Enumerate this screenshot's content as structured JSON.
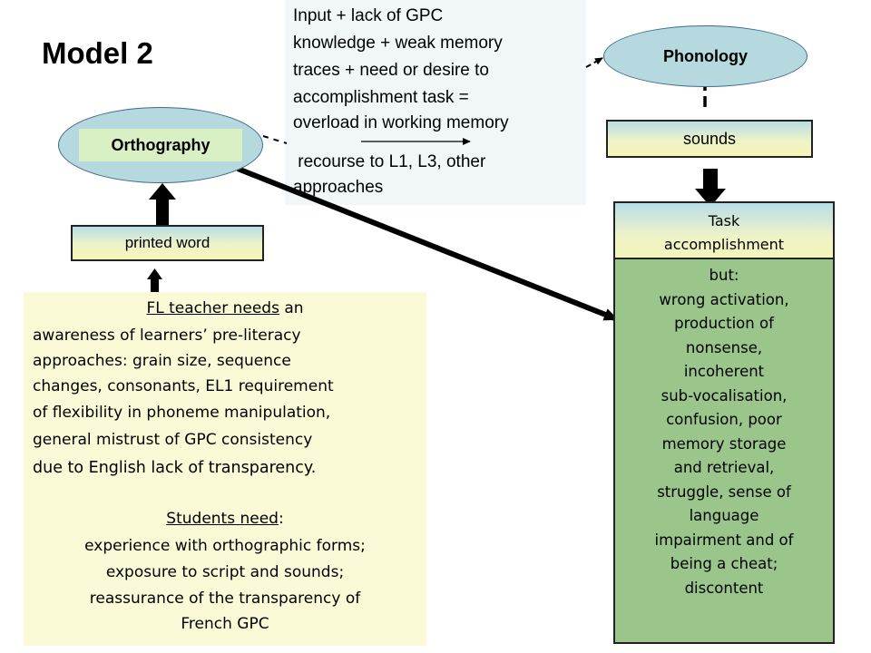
{
  "title": "Model 2",
  "overload": {
    "lines": [
      "Input + lack of GPC",
      "knowledge + weak memory",
      "traces + need or desire to",
      "accomplishment task =",
      "overload in working memory"
    ],
    "recourse_lines": [
      " recourse to L1, L3, other",
      "approaches"
    ]
  },
  "orthography": {
    "label": "Orthography"
  },
  "phonology": {
    "label": "Phonology"
  },
  "printed_word": {
    "label": "printed word"
  },
  "sounds": {
    "label": "sounds"
  },
  "task": {
    "lines": [
      "Task",
      "accomplishment"
    ]
  },
  "outcome": {
    "lines": [
      "but:",
      "wrong activation,",
      "production of",
      "nonsense,",
      "incoherent",
      "sub-vocalisation,",
      "confusion, poor",
      "memory storage",
      "and retrieval,",
      "struggle, sense of",
      "language",
      "impairment and of",
      "being a cheat;",
      "discontent"
    ]
  },
  "teacher_needs": {
    "heading_underlined": "FL teacher needs",
    "heading_rest": " an",
    "lines": [
      "awareness of learners’ pre-literacy",
      "approaches: grain size, sequence",
      "changes, consonants, EL1 requirement",
      "of flexibility in phoneme manipulation,",
      "general mistrust of GPC consistency",
      "due to English lack of transparency."
    ]
  },
  "students_need": {
    "heading_underlined": "Students need",
    "heading_rest": ":",
    "lines": [
      "experience with orthographic forms;",
      "exposure to script and sounds;",
      "reassurance of the transparency of",
      "French GPC"
    ]
  },
  "colors": {
    "ellipse_fill": "#b5d9de",
    "ortho_label_fill": "#d8f0c4",
    "outcome_fill": "#9ac58b",
    "teacher_fill": "#fafbd6",
    "overload_fill": "#f1f7f8"
  }
}
